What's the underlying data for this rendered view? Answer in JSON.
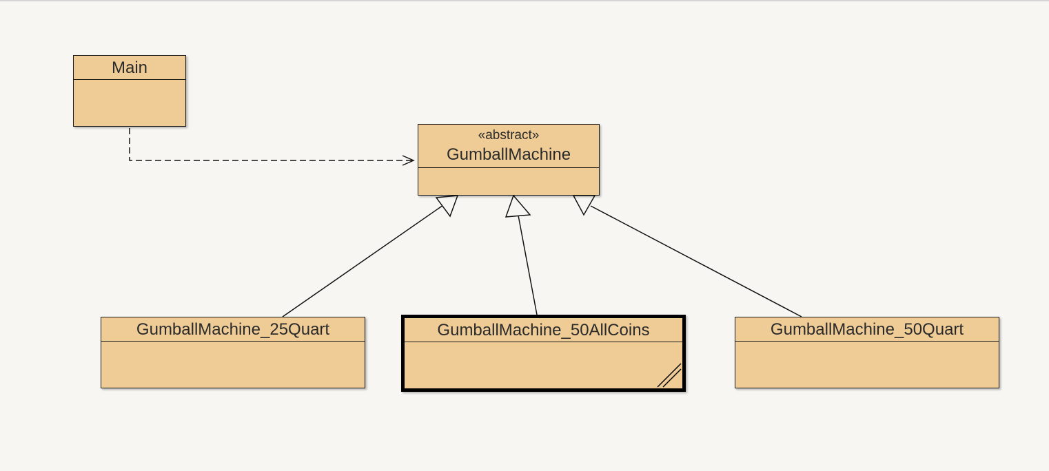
{
  "diagram": {
    "classes": {
      "main": {
        "name": "Main"
      },
      "gumball_machine": {
        "stereotype": "«abstract»",
        "name": "GumballMachine"
      },
      "gumball_25quart": {
        "name": "GumballMachine_25Quart"
      },
      "gumball_50allcoins": {
        "name": "GumballMachine_50AllCoins"
      },
      "gumball_50quart": {
        "name": "GumballMachine_50Quart"
      }
    }
  }
}
